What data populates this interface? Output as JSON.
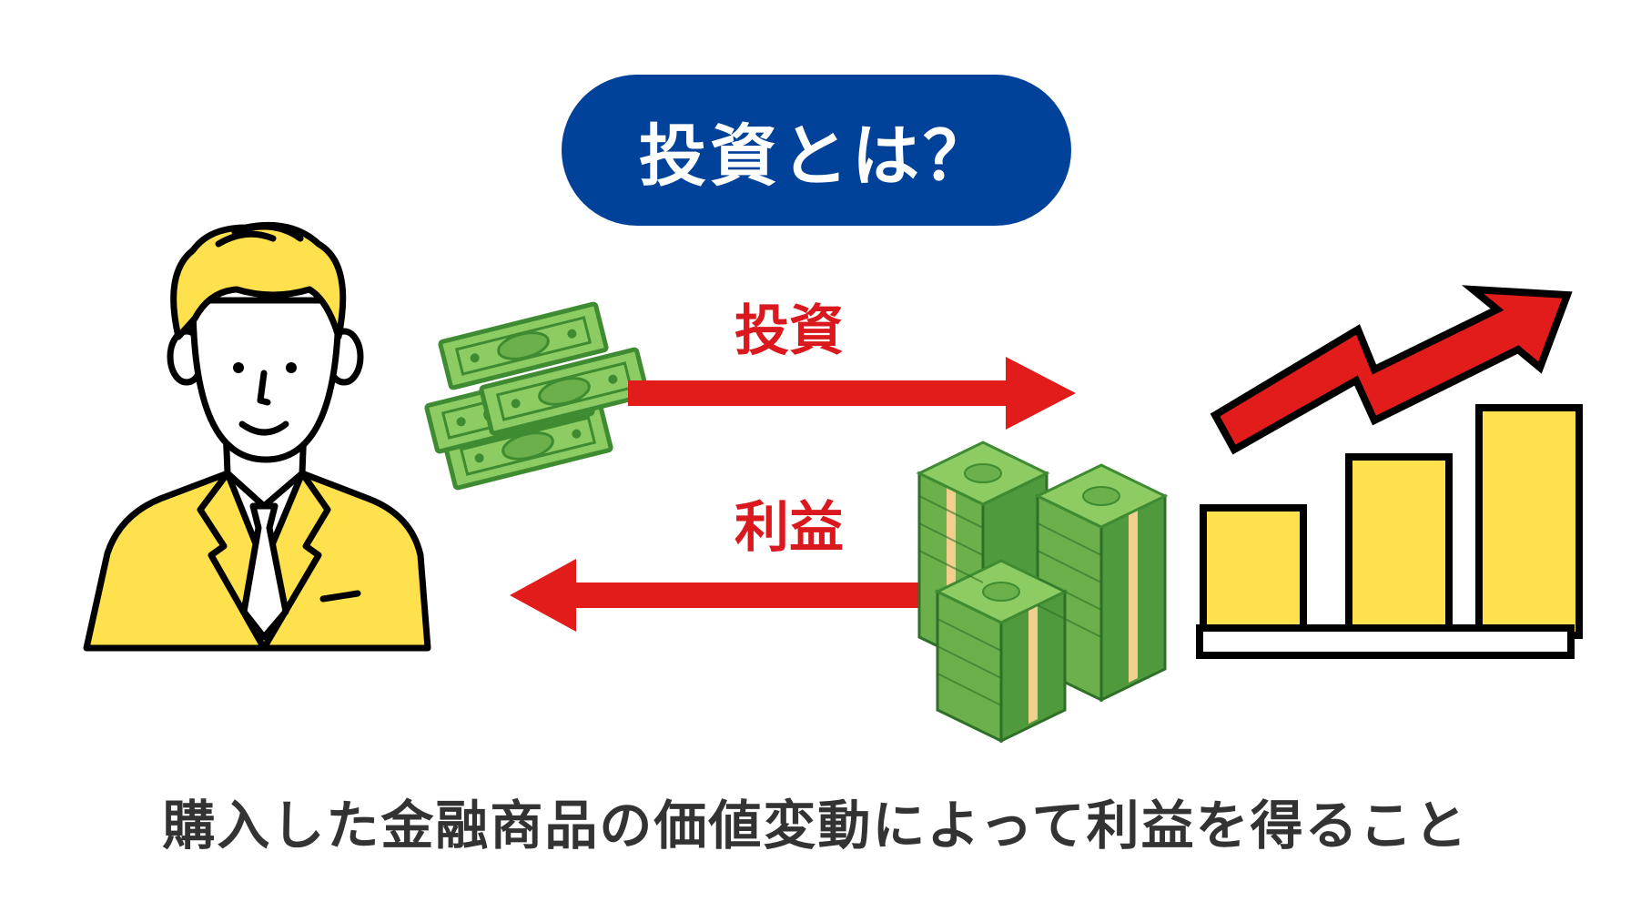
{
  "title": "投資とは？",
  "invest_label": "投資",
  "profit_label": "利益",
  "caption": "購入した金融商品の価値変動によって利益を得ること",
  "colors": {
    "pill": "#00429A",
    "arrow_red": "#E21B1B",
    "label_red": "#D9191E",
    "caption": "#333333",
    "yellow": "#FFE14D",
    "outline": "#000000",
    "money_light": "#8DCC62",
    "money_dark": "#3E8B32",
    "band": "#F1CF8E"
  },
  "icons": {
    "person": "businessman-icon",
    "cash": "cash-bills-icon",
    "stacks": "money-stacks-icon",
    "growth": "growth-chart-icon"
  }
}
